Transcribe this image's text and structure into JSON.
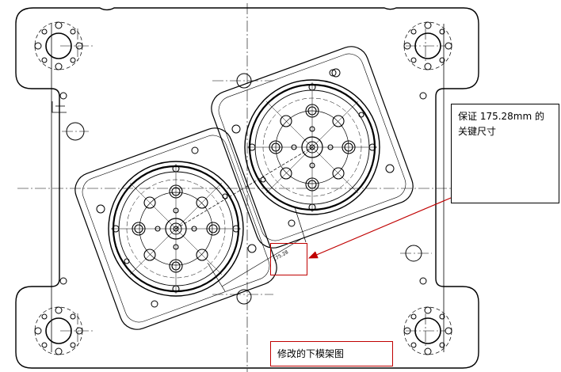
{
  "annotations": {
    "note_line_1": "保证 175.28mm 的",
    "note_line_2": "关键尺寸",
    "title": "修改的下模架图",
    "small_dimension_text": "175.28"
  },
  "colors": {
    "drawing_line": "#000000",
    "annotation_red": "#c00000",
    "background": "#ffffff"
  },
  "icons": {
    "pointer": "red-arrow"
  }
}
